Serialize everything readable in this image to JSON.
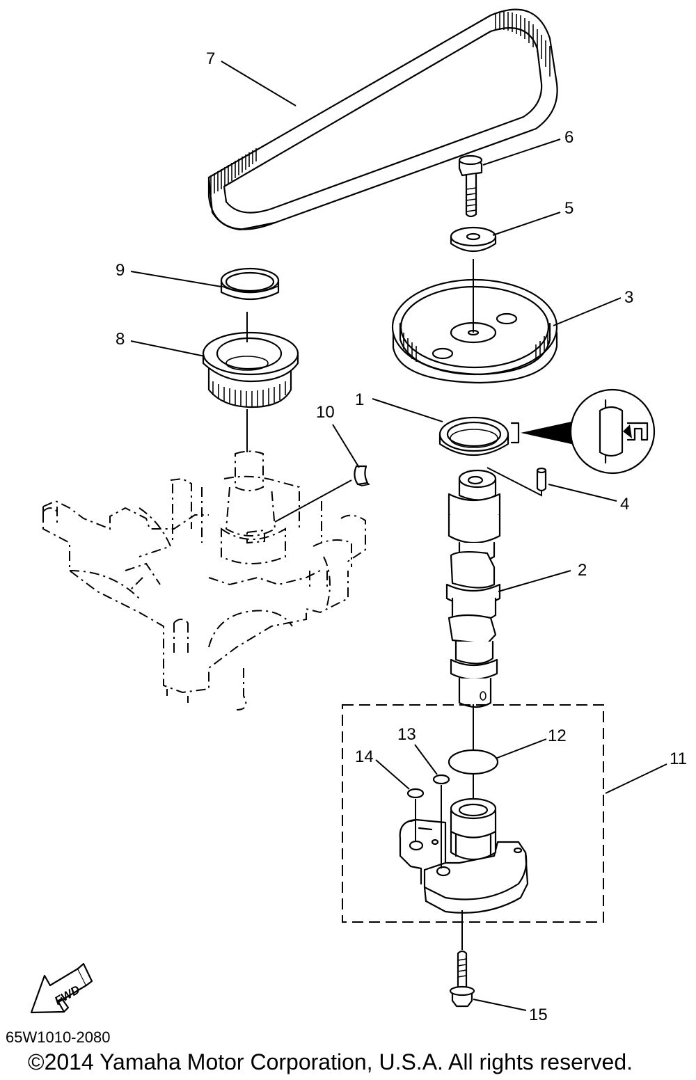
{
  "callouts": {
    "c1": "1",
    "c2": "2",
    "c3": "3",
    "c4": "4",
    "c5": "5",
    "c6": "6",
    "c7": "7",
    "c8": "8",
    "c9": "9",
    "c10": "10",
    "c11": "11",
    "c12": "12",
    "c13": "13",
    "c14": "14",
    "c15": "15"
  },
  "fwd_label": "FWD",
  "diagram_code": "65W1010-2080",
  "copyright": "©2014 Yamaha Motor Corporation, U.S.A. All rights reserved."
}
